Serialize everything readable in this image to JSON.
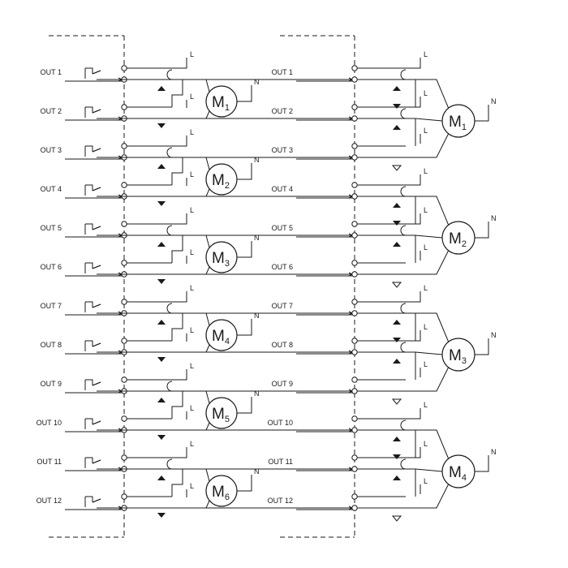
{
  "left_diagram": {
    "outputs": [
      "OUT 1",
      "OUT 2",
      "OUT 3",
      "OUT 4",
      "OUT 5",
      "OUT 6",
      "OUT 7",
      "OUT 8",
      "OUT 9",
      "OUT 10",
      "OUT 11",
      "OUT 12"
    ],
    "motors": [
      {
        "letter": "M",
        "index": "1"
      },
      {
        "letter": "M",
        "index": "2"
      },
      {
        "letter": "M",
        "index": "3"
      },
      {
        "letter": "M",
        "index": "4"
      },
      {
        "letter": "M",
        "index": "5"
      },
      {
        "letter": "M",
        "index": "6"
      }
    ]
  },
  "right_diagram": {
    "outputs": [
      "OUT 1",
      "OUT 2",
      "OUT 3",
      "OUT 4",
      "OUT 5",
      "OUT 6",
      "OUT 7",
      "OUT 8",
      "OUT 9",
      "OUT 10",
      "OUT 11",
      "OUT 12"
    ],
    "motors": [
      {
        "letter": "M",
        "index": "1"
      },
      {
        "letter": "M",
        "index": "2"
      },
      {
        "letter": "M",
        "index": "3"
      },
      {
        "letter": "M",
        "index": "4"
      }
    ]
  },
  "terminals": {
    "line": "L",
    "neutral": "N"
  }
}
